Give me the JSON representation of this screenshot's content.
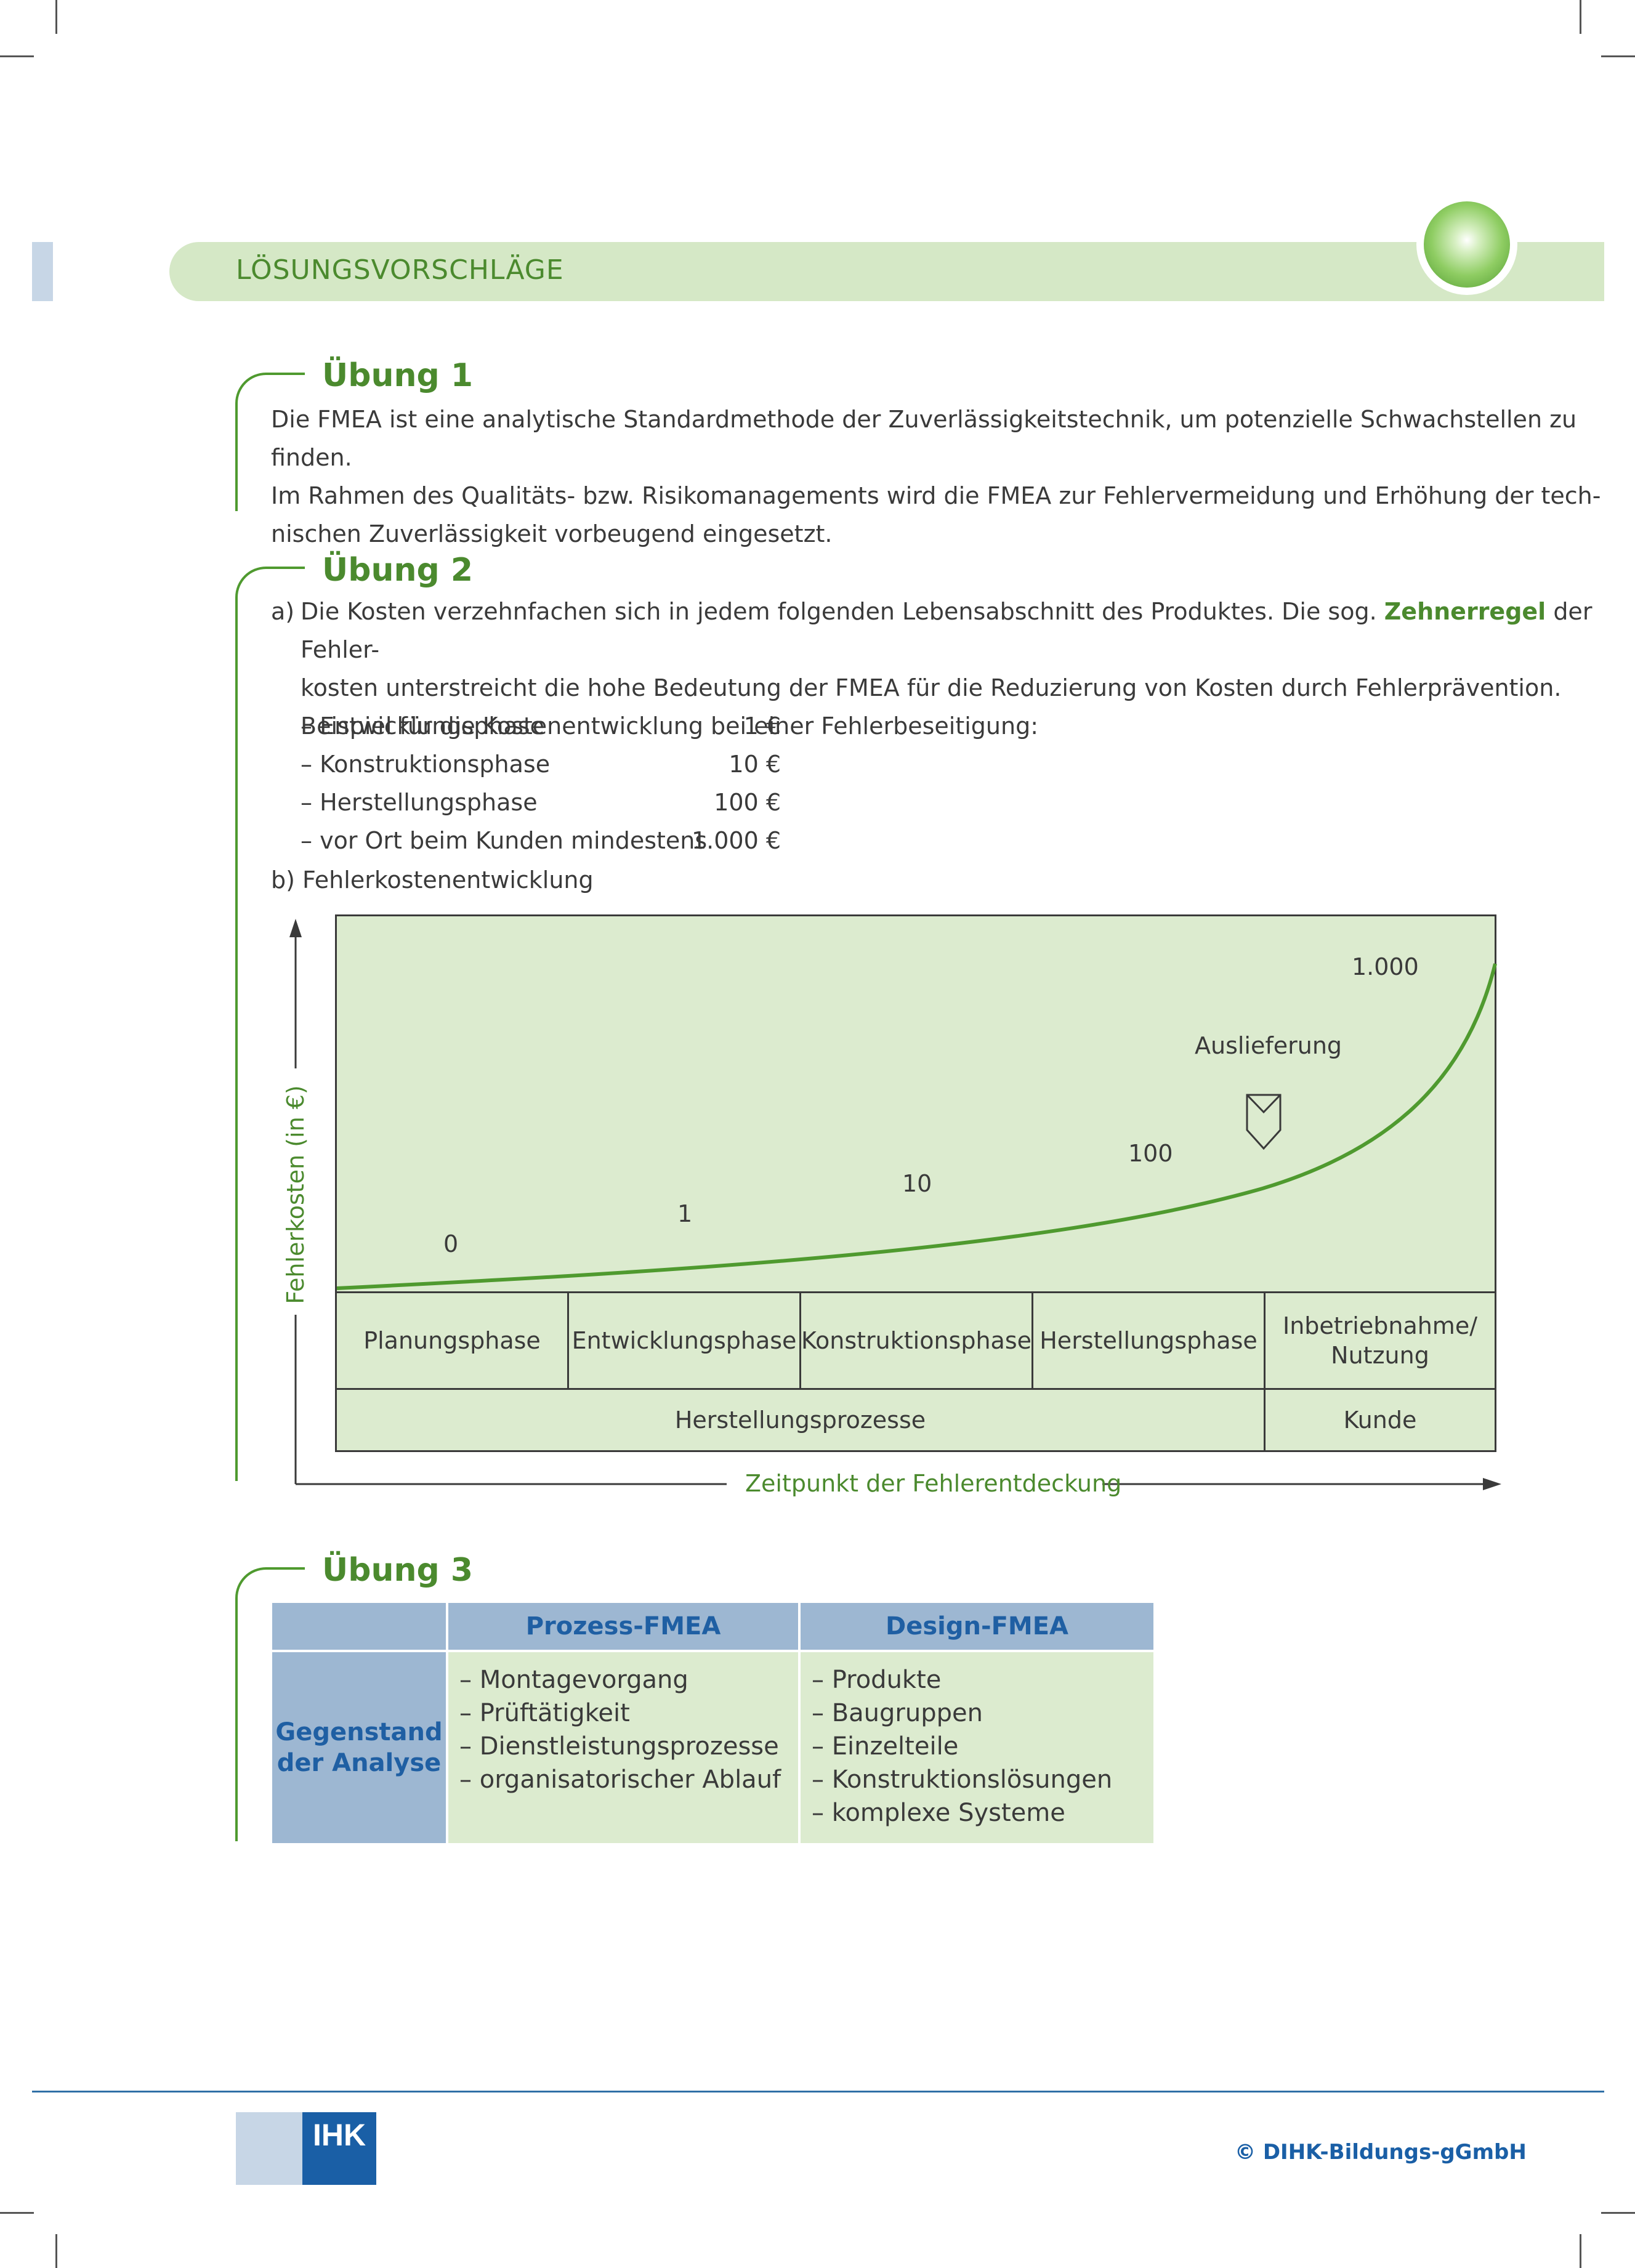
{
  "header": {
    "title": "LÖSUNGSVORSCHLÄGE"
  },
  "uebung1": {
    "title": "Übung 1",
    "lines": [
      "Die FMEA ist eine analytische Standardmethode der Zuverlässigkeitstechnik, um potenzielle Schwachstellen zu finden.",
      "Im Rahmen des Qualitäts- bzw. Risikomanagements wird die FMEA zur Fehlervermeidung und Erhöhung der tech-",
      "nischen Zuverlässigkeit vorbeugend eingesetzt."
    ]
  },
  "uebung2": {
    "title": "Übung 2",
    "a_marker": "a)",
    "a_line1_pre": "Die Kosten verzehnfachen sich in jedem folgenden Lebensabschnitt des Produktes. Die sog.",
    "a_line1_bold": "Zehnerregel",
    "a_line1_post": "der Fehler-",
    "a_line2": "kosten unterstreicht die hohe Bedeutung der FMEA für die Reduzierung von Kosten durch Fehlerprävention.",
    "a_line3": "Beispiel für die Kostenentwicklung bei einer Fehlerbeseitigung:",
    "costs": [
      {
        "label": "– Entwicklungsphase",
        "value": "1 €"
      },
      {
        "label": "– Konstruktionsphase",
        "value": "10 €"
      },
      {
        "label": "– Herstellungsphase",
        "value": "100 €"
      },
      {
        "label": "– vor Ort beim Kunden mindestens",
        "value": "1.000 €"
      }
    ],
    "b_line": "b) Fehlerkostenentwicklung"
  },
  "chart_data": {
    "type": "line",
    "ylabel": "Fehlerkosten (in €)",
    "xlabel": "Zeitpunkt der Fehlerentdeckung",
    "point_labels": [
      "0",
      "1",
      "10",
      "100",
      "1.000"
    ],
    "annotation": "Auslieferung",
    "phases": [
      "Planungsphase",
      "Entwicklungsphase",
      "Konstruktionsphase",
      "Herstellungsphase",
      "Inbetriebnahme/ Nutzung"
    ],
    "groups": [
      "Herstellungsprozesse",
      "Kunde"
    ],
    "line_color": "#4f9a2f",
    "fill_color": "#dcebcf"
  },
  "uebung3": {
    "title": "Übung 3",
    "col_headers": [
      "Prozess-FMEA",
      "Design-FMEA"
    ],
    "row_header": [
      "Gegenstand",
      "der Analyse"
    ],
    "prozess_items": [
      "– Montagevorgang",
      "– Prüftätigkeit",
      "– Dienstleistungsprozesse",
      "– organisatorischer Ablauf"
    ],
    "design_items": [
      "– Produkte",
      "– Baugruppen",
      "– Einzelteile",
      "– Konstruktionslösungen",
      "– komplexe Systeme"
    ]
  },
  "footer": {
    "logo": "IHK",
    "copyright": "© DIHK-Bildungs-gGmbH"
  }
}
